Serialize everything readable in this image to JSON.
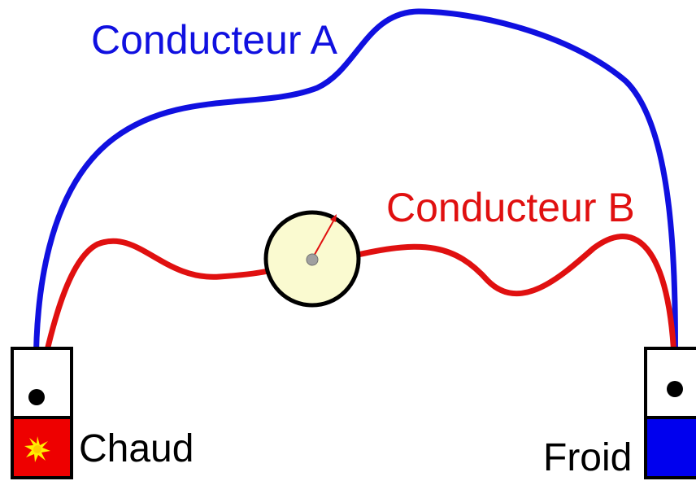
{
  "labels": {
    "conductor_a": "Conducteur A",
    "conductor_b": "Conducteur B",
    "hot": "Chaud",
    "cold": "Froid"
  },
  "colors": {
    "conductor_a": "#1010e0",
    "conductor_b": "#e01010",
    "hot_fill": "#ee0000",
    "cold_fill": "#0000ee",
    "meter_face": "#fafad0",
    "spark": "#ffee00"
  }
}
